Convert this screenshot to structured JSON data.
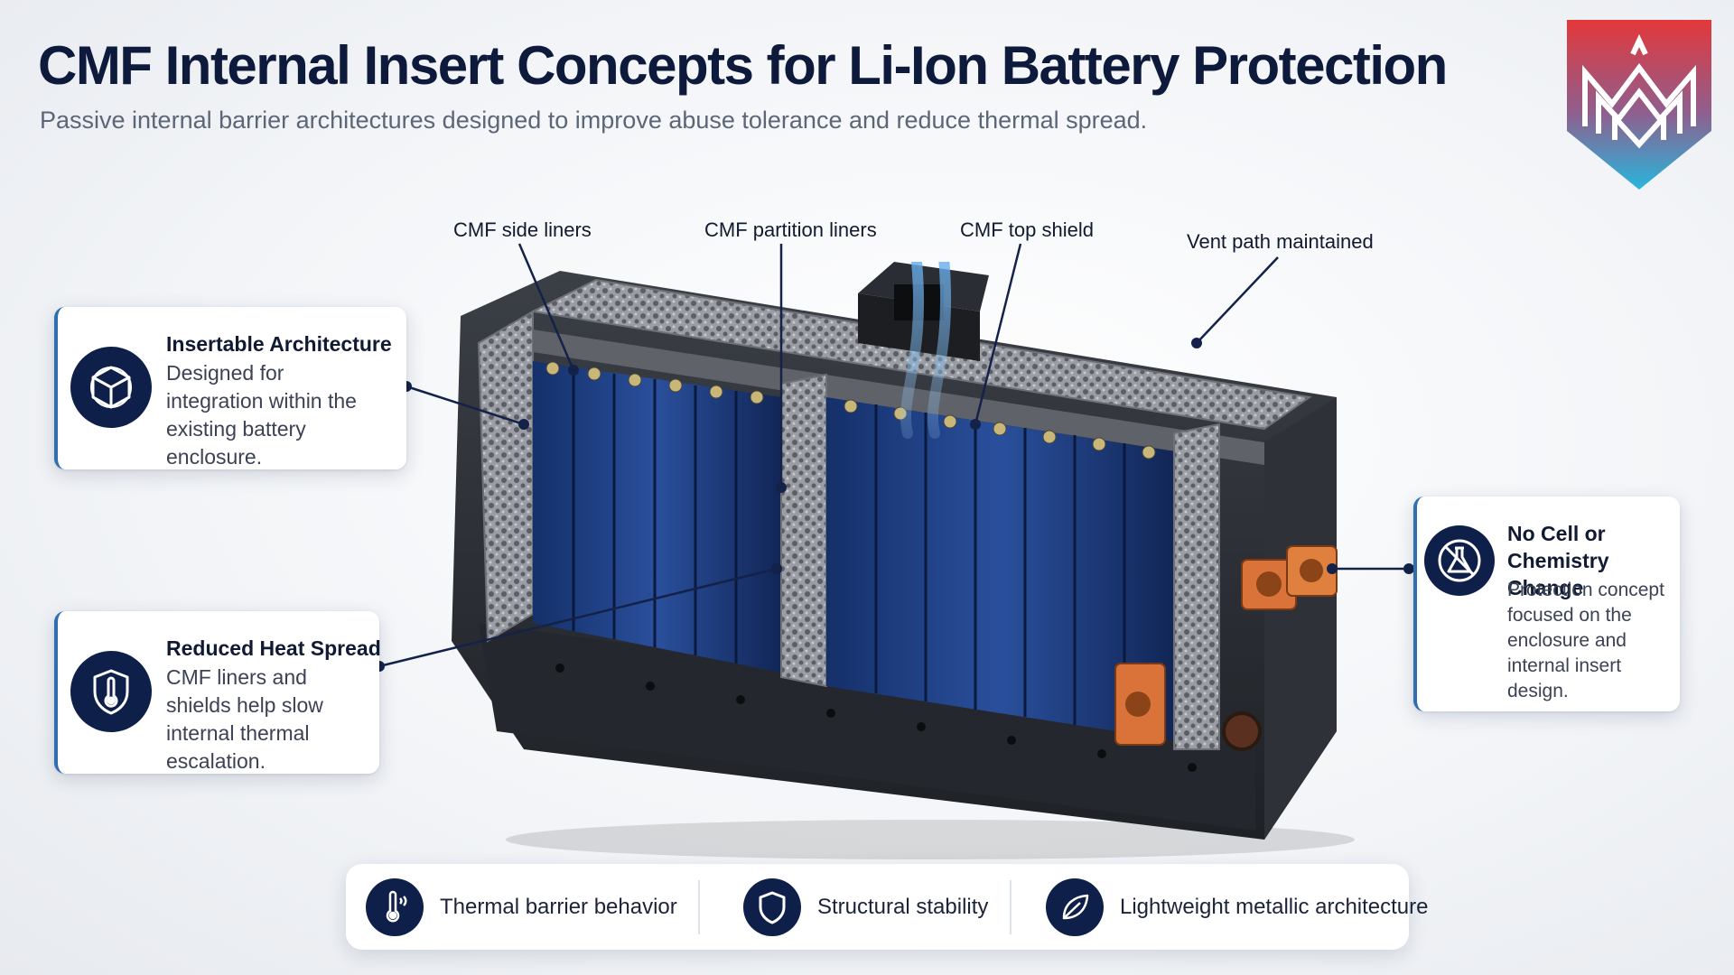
{
  "header": {
    "title": "CMF Internal Insert Concepts for Li-Ion Battery Protection",
    "subtitle": "Passive internal barrier architectures designed to improve abuse tolerance and reduce thermal spread."
  },
  "logo": {
    "icon": "shield-logo-icon",
    "colors": [
      "#e23b3b",
      "#2bb3d9"
    ]
  },
  "callouts": {
    "side_liners": "CMF side liners",
    "partition_liners": "CMF partition liners",
    "top_shield": "CMF top shield",
    "vent_path": "Vent path maintained"
  },
  "cards": {
    "insertable": {
      "icon": "cube-icon",
      "title": "Insertable Architecture",
      "body": "Designed for integration within the existing battery enclosure."
    },
    "heat": {
      "icon": "shield-thermometer-icon",
      "title": "Reduced Heat Spread",
      "body": "CMF liners and shields help slow internal thermal escalation."
    },
    "chemistry": {
      "icon": "no-flask-icon",
      "title": "No Cell or Chemistry Change",
      "body": "Protection concept focused on the enclosure and internal insert design."
    }
  },
  "features": [
    {
      "icon": "thermometer-icon",
      "label": "Thermal barrier behavior"
    },
    {
      "icon": "shield-icon",
      "label": "Structural stability"
    },
    {
      "icon": "leaf-icon",
      "label": "Lightweight metallic architecture"
    }
  ],
  "colors": {
    "navy": "#0e1f4a",
    "accent_blue": "#2f6fae",
    "cell_blue": "#1d3a7a",
    "foam_gray": "#8d9096",
    "connector_orange": "#d9733a"
  }
}
